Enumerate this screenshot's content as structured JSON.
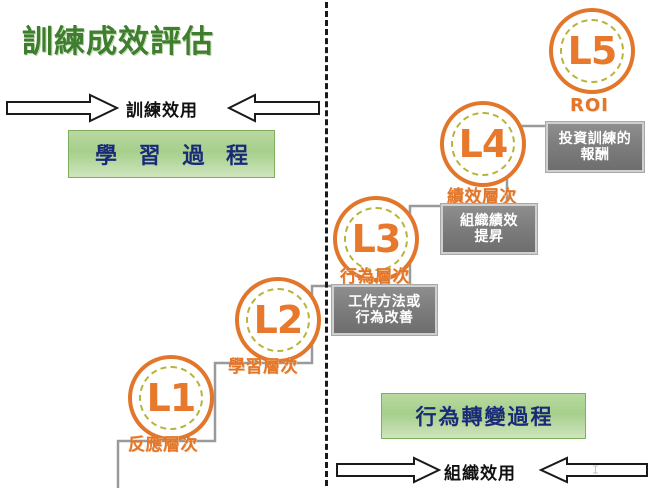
{
  "title": "訓練成效評估",
  "divider": {
    "style": "dashed-vertical"
  },
  "left_panel": {
    "flow_label": "訓練效用",
    "arrow_right_name": "arrow-right-training-effect",
    "arrow_left_name": "arrow-left-training-effect",
    "process_box": "學 習 過 程"
  },
  "right_panel": {
    "flow_label": "組織效用",
    "arrow_right_name": "arrow-right-org-effect",
    "arrow_left_name": "arrow-left-org-effect",
    "process_box": "行為轉變過程"
  },
  "levels": [
    {
      "id": "L1",
      "badge": "L1",
      "step_label": "反應層次",
      "detail": ""
    },
    {
      "id": "L2",
      "badge": "L2",
      "step_label": "學習層次",
      "detail": ""
    },
    {
      "id": "L3",
      "badge": "L3",
      "step_label": "行為層次",
      "detail": "工作方法或\n行為改善"
    },
    {
      "id": "L4",
      "badge": "L4",
      "step_label": "績效層次",
      "detail": "組織績效\n提昇"
    },
    {
      "id": "L5",
      "badge": "L5",
      "step_label": "ROI",
      "detail": "投資訓練的\n報酬"
    }
  ],
  "details": {
    "d3_line1": "工作方法或",
    "d3_line2": "行為改善",
    "d4_line1": "組織績效",
    "d4_line2": "提昇",
    "d5_line1": "投資訓練的",
    "d5_line2": "報酬"
  },
  "colors": {
    "title_green": "#3f7d2f",
    "circle_orange": "#e2762a",
    "badge_orange": "#e8782c",
    "inner_dash_olive": "#b9b33a",
    "green_box_fill": "#a6cf8c",
    "green_box_text": "#1a2a77",
    "gray_box_fill": "#7c7c7c",
    "gray_box_text": "#ffffff",
    "stair_gray": "#9a9a9a",
    "divider_black": "#1a1a1a"
  }
}
